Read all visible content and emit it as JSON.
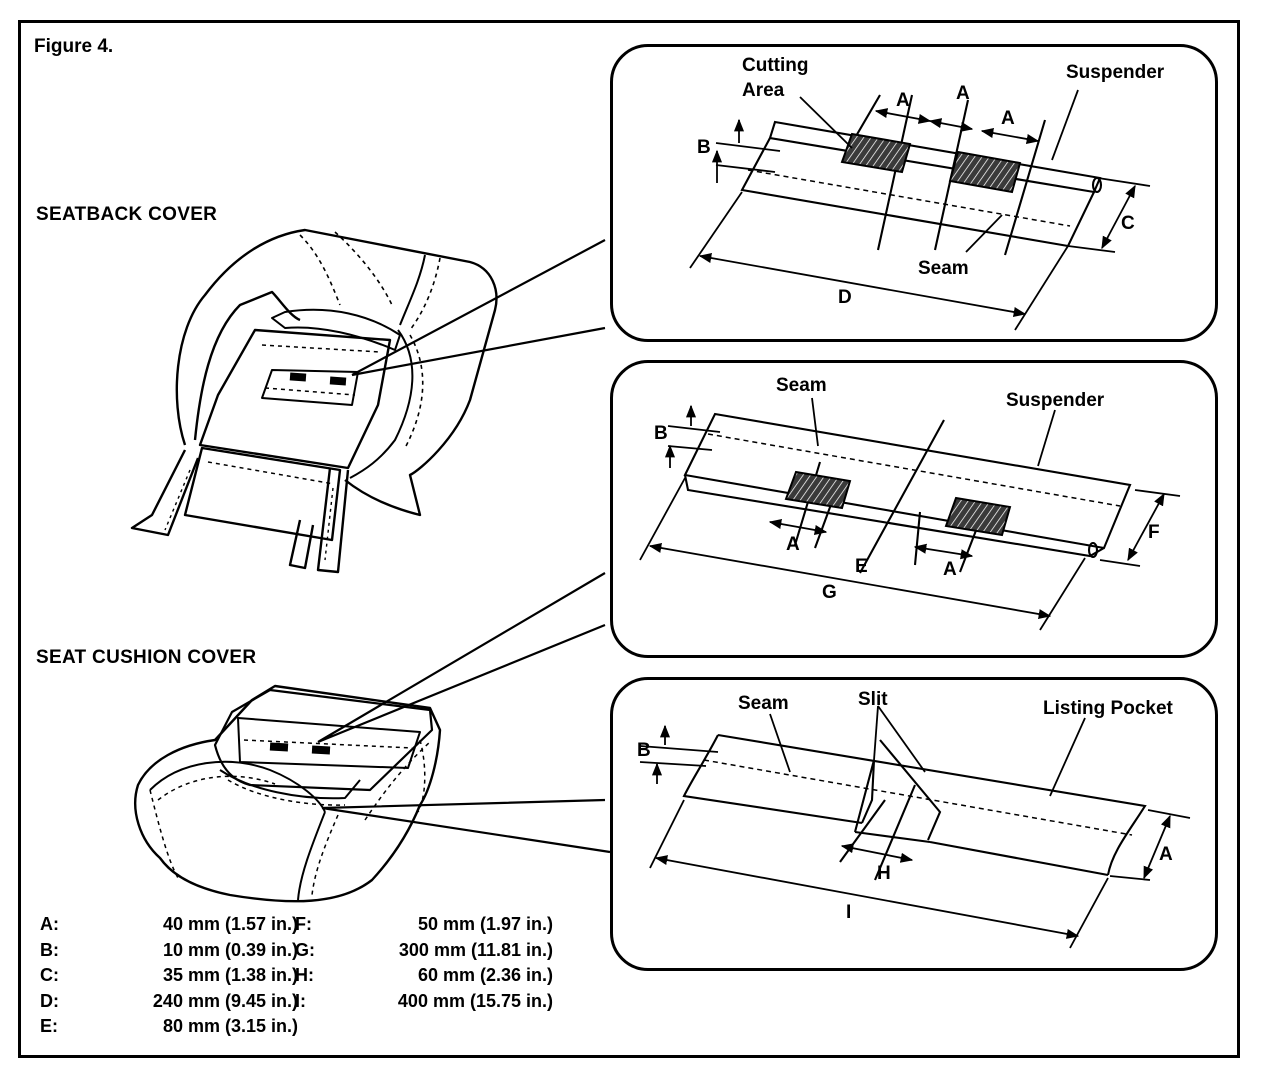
{
  "figure_title": "Figure 4.",
  "sections": {
    "seatback": "SEATBACK COVER",
    "cushion": "SEAT CUSHION COVER"
  },
  "panel1": {
    "cutting_area_1": "Cutting",
    "cutting_area_2": "Area",
    "suspender": "Suspender",
    "seam": "Seam",
    "dims": {
      "a1": "A",
      "a2": "A",
      "a3": "A",
      "b": "B",
      "c": "C",
      "d": "D"
    }
  },
  "panel2": {
    "seam": "Seam",
    "suspender": "Suspender",
    "dims": {
      "b": "B",
      "a1": "A",
      "a2": "A",
      "e": "E",
      "f": "F",
      "g": "G"
    }
  },
  "panel3": {
    "seam": "Seam",
    "slit": "Slit",
    "listing_pocket": "Listing Pocket",
    "dims": {
      "b": "B",
      "a": "A",
      "h": "H",
      "i": "I"
    }
  },
  "legend": {
    "col1": [
      {
        "key": "A:",
        "value": "40 mm (1.57 in.)"
      },
      {
        "key": "B:",
        "value": "10 mm (0.39 in.)"
      },
      {
        "key": "C:",
        "value": "35 mm (1.38 in.)"
      },
      {
        "key": "D:",
        "value": "240 mm (9.45 in.)"
      },
      {
        "key": "E:",
        "value": "80 mm (3.15 in.)"
      }
    ],
    "col2": [
      {
        "key": "F:",
        "value": "50 mm (1.97 in.)"
      },
      {
        "key": "G:",
        "value": "300 mm (11.81 in.)"
      },
      {
        "key": "H:",
        "value": "60 mm (2.36 in.)"
      },
      {
        "key": "I:",
        "value": "400 mm (15.75 in.)"
      }
    ]
  }
}
